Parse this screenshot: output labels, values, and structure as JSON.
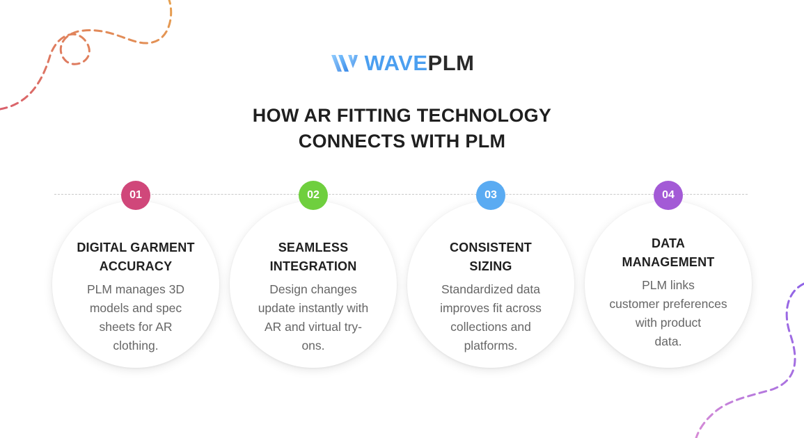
{
  "brand": {
    "part1": "WAVE",
    "part2": "PLM",
    "colors": {
      "part1": "#4b9ff0",
      "part2": "#2a2a2a"
    }
  },
  "title": {
    "line1": "HOW AR FITTING TECHNOLOGY",
    "line2": "CONNECTS WITH PLM"
  },
  "steps": [
    {
      "number": "01",
      "color": "#d0477a",
      "heading": [
        "DIGITAL GARMENT",
        "ACCURACY"
      ],
      "desc": [
        "PLM manages 3D",
        "models and spec",
        "sheets for AR",
        "clothing."
      ]
    },
    {
      "number": "02",
      "color": "#6fcf3e",
      "heading": [
        "SEAMLESS",
        "INTEGRATION"
      ],
      "desc": [
        "Design changes",
        "update instantly with",
        "AR and virtual try-",
        "ons."
      ]
    },
    {
      "number": "03",
      "color": "#5aabf2",
      "heading": [
        "CONSISTENT",
        "SIZING"
      ],
      "desc": [
        "Standardized data",
        "improves fit across",
        "collections and",
        "platforms."
      ]
    },
    {
      "number": "04",
      "color": "#a35ad6",
      "heading": [
        "DATA",
        "MANAGEMENT"
      ],
      "desc": [
        "PLM links",
        "customer preferences",
        "with product",
        "data."
      ]
    }
  ],
  "decor": {
    "top_left_icon": "dashed-swirl-icon",
    "bottom_right_icon": "dashed-swirl-icon",
    "colors": [
      "#e08a5a",
      "#d86a6a",
      "#9b6ae0",
      "#c78ad8"
    ]
  }
}
